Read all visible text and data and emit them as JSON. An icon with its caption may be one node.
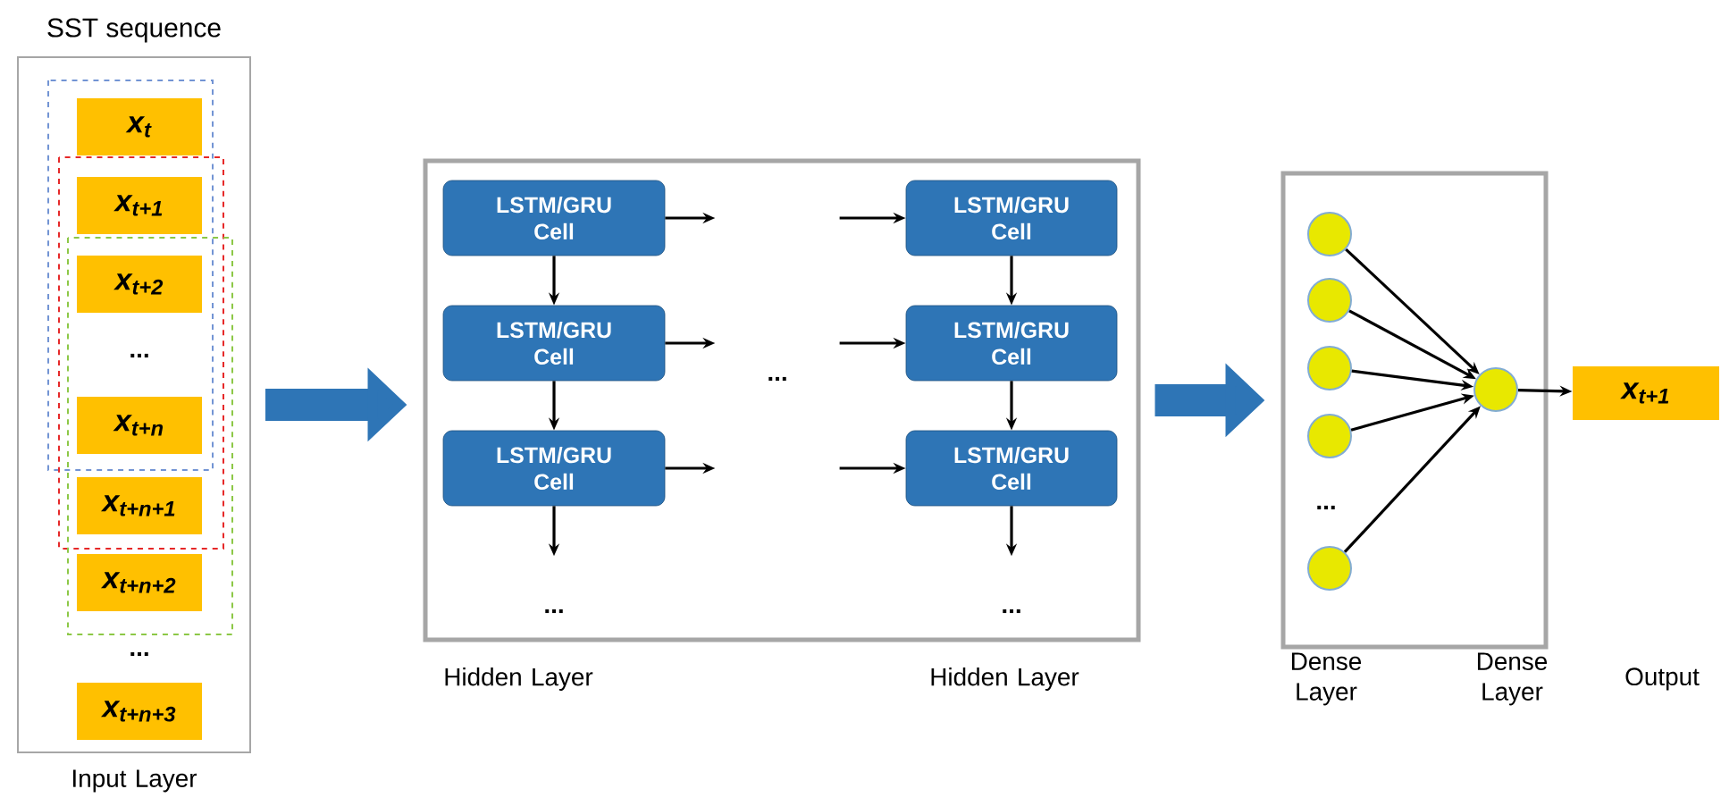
{
  "diagram": {
    "nodes": [
      {
        "text": [
          "SST sequence"
        ],
        "beside": [
          "Input Layer"
        ]
      },
      {
        "text": [
          "x$_{t}$"
        ],
        "in": 0
      },
      {
        "text": [
          "x$_{t+1}$"
        ],
        "in": 0
      },
      {
        "text": [
          "x$_{t+2}$"
        ],
        "in": 0
      },
      {
        "text": [
          "x$_{t+n}$"
        ],
        "in": 0
      },
      {
        "text": [
          "x$_{t+n+1}$"
        ],
        "in": 0
      },
      {
        "text": [
          "x$_{t+n+2}$"
        ],
        "in": 0
      },
      {
        "text": [
          "x$_{t+n+3}$"
        ],
        "in": 0
      },
      {
        "text": [],
        "shape": "box",
        "beside": [
          "Hidden Layer",
          "Hidden Layer"
        ]
      },
      {
        "text": [
          "LSTM/GRU Cell"
        ],
        "in": 8
      },
      {
        "text": [
          "LSTM/GRU Cell"
        ],
        "in": 8
      },
      {
        "text": [
          "LSTM/GRU Cell"
        ],
        "in": 8
      },
      {
        "text": [
          "LSTM/GRU Cell"
        ],
        "in": 8
      },
      {
        "text": [
          "LSTM/GRU Cell"
        ],
        "in": 8
      },
      {
        "text": [
          "LSTM/GRU Cell"
        ],
        "in": 8
      },
      {
        "text": [],
        "shape": "box",
        "beside": [
          "Dense Layer",
          "Dense Layer"
        ]
      },
      {
        "text": [],
        "shape": "circle",
        "in": 15
      },
      {
        "text": [],
        "shape": "circle",
        "in": 15
      },
      {
        "text": [],
        "shape": "circle",
        "in": 15
      },
      {
        "text": [],
        "shape": "circle",
        "in": 15
      },
      {
        "text": [],
        "shape": "circle",
        "in": 15
      },
      {
        "text": [],
        "shape": "circle",
        "in": 15
      },
      {
        "text": [
          "x$_{t+1}$"
        ]
      }
    ],
    "edges": [
      {
        "from": 0,
        "to": 8,
        "arrow": "to",
        "style": "thick",
        "color": "#2e75b6"
      },
      {
        "from": 8,
        "to": 15,
        "arrow": "to",
        "style": "thick",
        "color": "#2e75b6"
      },
      {
        "from": 9,
        "to": 11,
        "arrow": "to"
      },
      {
        "from": 11,
        "to": 13,
        "arrow": "to"
      },
      {
        "from": 13,
        "to": null,
        "arrow": "to"
      },
      {
        "from": 10,
        "to": 12,
        "arrow": "to"
      },
      {
        "from": 12,
        "to": 14,
        "arrow": "to"
      },
      {
        "from": 14,
        "to": null,
        "arrow": "to"
      },
      {
        "from": 9,
        "to": null,
        "arrow": "to"
      },
      {
        "from": null,
        "to": 10,
        "arrow": "to"
      },
      {
        "from": 11,
        "to": null,
        "arrow": "to"
      },
      {
        "from": null,
        "to": 12,
        "arrow": "to"
      },
      {
        "from": 13,
        "to": null,
        "arrow": "to"
      },
      {
        "from": null,
        "to": 14,
        "arrow": "to"
      },
      {
        "from": 16,
        "to": 21,
        "arrow": "to"
      },
      {
        "from": 17,
        "to": 21,
        "arrow": "to"
      },
      {
        "from": 18,
        "to": 21,
        "arrow": "to"
      },
      {
        "from": 19,
        "to": 21,
        "arrow": "to"
      },
      {
        "from": 20,
        "to": 21,
        "arrow": "to"
      },
      {
        "from": 21,
        "to": 22,
        "arrow": "to"
      }
    ],
    "labels": [
      "...",
      "...",
      "...",
      "...",
      "...",
      "...",
      "Output"
    ]
  }
}
